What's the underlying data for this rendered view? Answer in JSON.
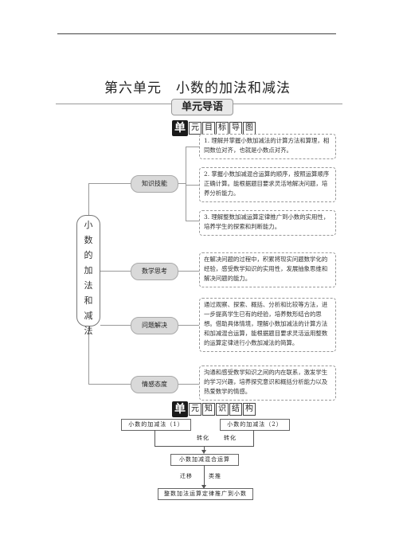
{
  "page": {
    "title": "第六单元　小数的加法和减法",
    "guide_tag": "单元导语"
  },
  "target_section": {
    "head_big": "单",
    "head_chars": [
      "元",
      "目",
      "标",
      "导",
      "图"
    ],
    "root_chars": [
      "小",
      "数",
      "的",
      "加",
      "法",
      "和",
      "减",
      "法"
    ],
    "categories": [
      {
        "label": "知识技能",
        "notes": [
          "1. 理解并掌握小数加减法的计算方法和算理，相同数位对齐，也就是小数点对齐。",
          "2. 掌握小数加减混合运算的顺序，按照运算顺序正确计算。能根据题目要求灵活地解决问题，培养分析能力。",
          "3. 理解整数加减运算定律推广到小数的实用性，培养学生的探索和判断能力。"
        ]
      },
      {
        "label": "数学思考",
        "notes": [
          "在解决问题的过程中，积累将现实问题数学化的经验，感受数学知识的实用性，发展抽象思维和解决问题的能力。"
        ]
      },
      {
        "label": "问题解决",
        "notes": [
          "通过观察、探索、概括、分析和比较等方法，进一步提高学生已有的经验，培养数形结合的思想。借助具体情境，理解小数加减法的计算方法和加减混合运算，能根据题目要求灵活运用整数的运算定律进行小数加减法的简算。"
        ]
      },
      {
        "label": "情感态度",
        "notes": [
          "沟通和感受数学知识之间的内在联系，激发学生的学习兴趣，培养探究意识和概括分析能力以及热爱数学的情感。"
        ]
      }
    ]
  },
  "structure_section": {
    "head_big": "单",
    "head_chars": [
      "元",
      "知",
      "识",
      "结",
      "构"
    ],
    "box_left": "小数的加减法（1）",
    "box_right": "小数的加减法（2）",
    "label_left": "转化",
    "label_right": "转化",
    "box_mid": "小数加减混合运算",
    "label_move": "迁移",
    "label_rel": "类推",
    "box_bottom": "整数加法运算定律推广到小数"
  }
}
